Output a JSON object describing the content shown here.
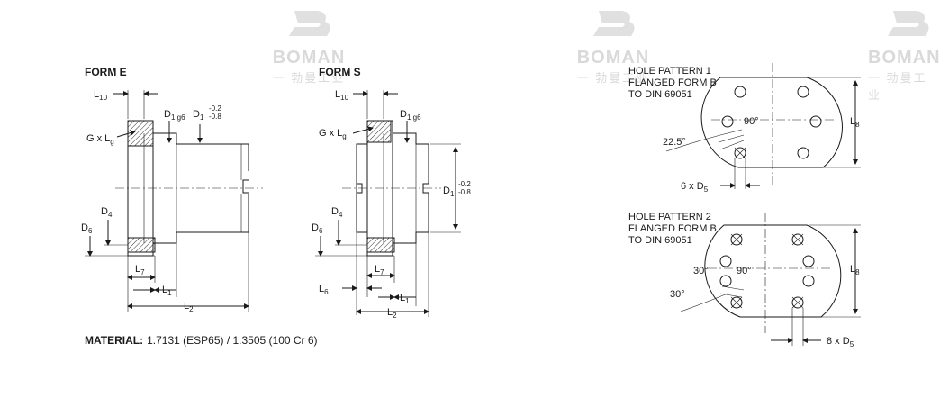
{
  "watermark": {
    "brand": "BOMAN",
    "sub": "一 勃曼工业"
  },
  "form_e": {
    "title": "FORM E",
    "L10": "L",
    "L10_sub": "10",
    "D1g6": "D",
    "D1g6_sub": "1 g6",
    "D1": "D",
    "D1_sub": "1",
    "tol_upper": "-0.2",
    "tol_lower": "-0.8",
    "GxLg": "G x L",
    "GxLg_sub": "g",
    "D4": "D",
    "D4_sub": "4",
    "D6": "D",
    "D6_sub": "6",
    "L7": "L",
    "L7_sub": "7",
    "L1": "L",
    "L1_sub": "1",
    "L2": "L",
    "L2_sub": "2"
  },
  "form_s": {
    "title": "FORM S",
    "L10": "L",
    "L10_sub": "10",
    "D1g6": "D",
    "D1g6_sub": "1 g6",
    "GxLg": "G x L",
    "GxLg_sub": "g",
    "D1": "D",
    "D1_sub": "1",
    "tol_upper": "-0.2",
    "tol_lower": "-0.8",
    "D4": "D",
    "D4_sub": "4",
    "D6": "D",
    "D6_sub": "6",
    "L7": "L",
    "L7_sub": "7",
    "L6": "L",
    "L6_sub": "6",
    "L1": "L",
    "L1_sub": "1",
    "L2": "L",
    "L2_sub": "2"
  },
  "hole_pattern_1": {
    "line1": "HOLE PATTERN 1",
    "line2": "FLANGED FORM B",
    "line3": "TO DIN 69051",
    "angle_a": "90°",
    "angle_b": "22.5°",
    "holes": "6 x D",
    "holes_sub": "5",
    "L8": "L",
    "L8_sub": "8"
  },
  "hole_pattern_2": {
    "line1": "HOLE PATTERN 2",
    "line2": "FLANGED FORM B",
    "line3": "TO DIN 69051",
    "angle_a": "90°",
    "angle_b": "30°",
    "angle_c": "30°",
    "holes": "8 x D",
    "holes_sub": "5",
    "L8": "L",
    "L8_sub": "8"
  },
  "material": {
    "label": "MATERIAL:",
    "value": "1.7131 (ESP65) / 1.3505 (100 Cr 6)"
  }
}
